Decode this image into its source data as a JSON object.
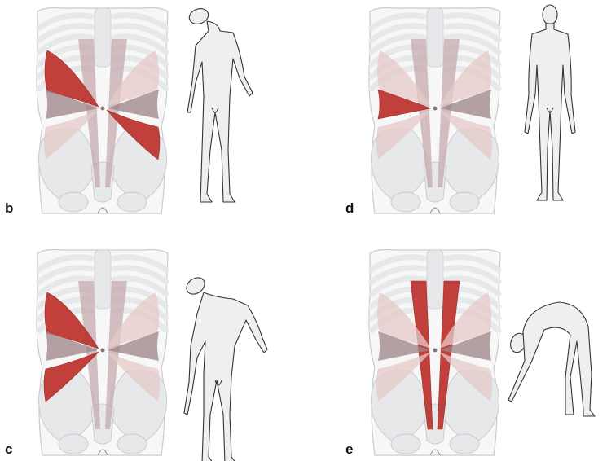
{
  "panels": [
    {
      "label": "b",
      "active": [
        "upper-left-oblique",
        "lower-right-oblique"
      ],
      "figure": "twist"
    },
    {
      "label": "d",
      "active": [
        "left-transverse"
      ],
      "figure": "standing"
    },
    {
      "label": "c",
      "active": [
        "upper-left-oblique",
        "lower-left-oblique"
      ],
      "figure": "lean"
    },
    {
      "label": "e",
      "active": [
        "left-rectus",
        "right-rectus"
      ],
      "figure": "bend"
    }
  ],
  "colors": {
    "active_muscle": "#bf3a35",
    "muscle_mauve": "#c6abad",
    "muscle_pink": "#e6c9c8",
    "transverse_dark": "#9c8386",
    "bone": "#e7e8ea",
    "bone_line": "#c9cbcf",
    "figure_fill": "#efeff0",
    "figure_line": "#333333"
  }
}
